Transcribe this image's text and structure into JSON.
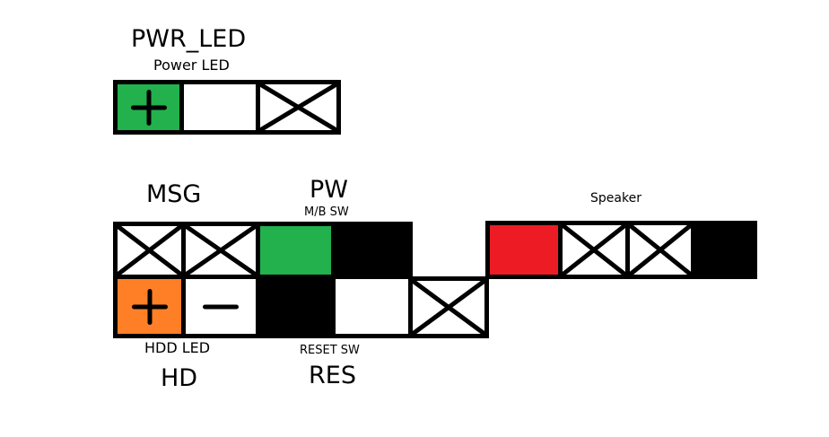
{
  "colors": {
    "green": "#22b14c",
    "orange": "#ff7f27",
    "red": "#ed1c24",
    "black": "#000000",
    "white": "#ffffff"
  },
  "pwr_led": {
    "title": "PWR_LED",
    "subtitle": "Power LED",
    "pins": [
      {
        "fill": "green",
        "symbol": "plus"
      },
      {
        "fill": "white",
        "symbol": "none"
      },
      {
        "fill": "white",
        "symbol": "cross"
      }
    ]
  },
  "main_header": {
    "labels": {
      "msg": "MSG",
      "pw": "PW",
      "pw_sub": "M/B SW",
      "speaker": "Speaker",
      "hdd_sub": "HDD LED",
      "hd": "HD",
      "reset_sub": "RESET SW",
      "res": "RES"
    },
    "top_row": [
      {
        "fill": "white",
        "symbol": "cross"
      },
      {
        "fill": "white",
        "symbol": "cross"
      },
      {
        "fill": "green",
        "symbol": "none"
      },
      {
        "fill": "black",
        "symbol": "none"
      }
    ],
    "bottom_row": [
      {
        "fill": "orange",
        "symbol": "plus"
      },
      {
        "fill": "white",
        "symbol": "minus"
      },
      {
        "fill": "black",
        "symbol": "none"
      },
      {
        "fill": "white",
        "symbol": "none"
      },
      {
        "fill": "white",
        "symbol": "cross"
      }
    ],
    "speaker_row": [
      {
        "fill": "red",
        "symbol": "none"
      },
      {
        "fill": "white",
        "symbol": "cross"
      },
      {
        "fill": "white",
        "symbol": "cross"
      },
      {
        "fill": "black",
        "symbol": "none"
      }
    ]
  }
}
